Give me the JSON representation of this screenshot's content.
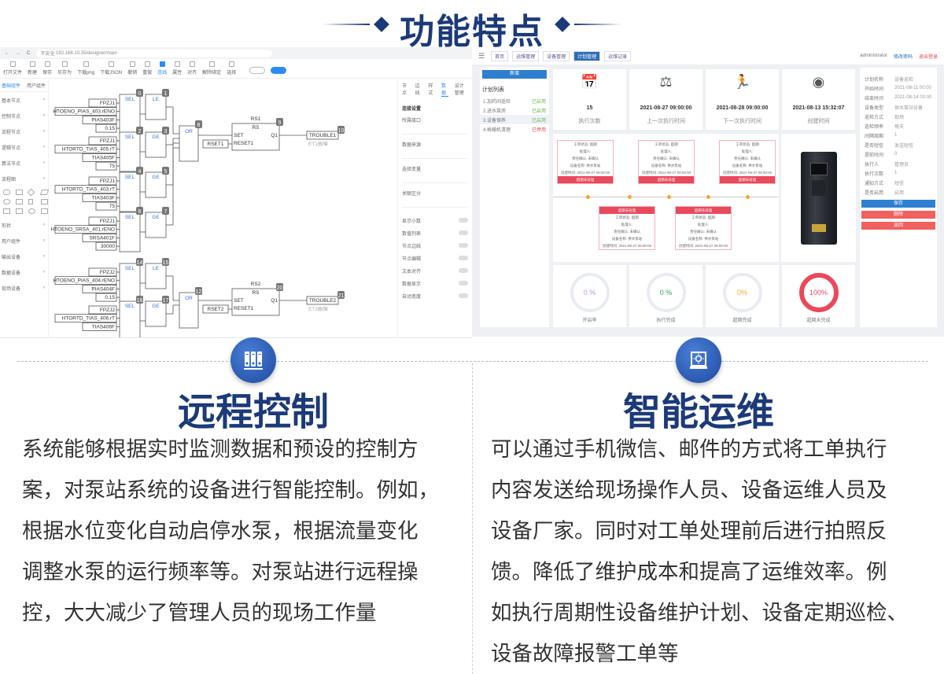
{
  "title": "功能特点",
  "left_screenshot": {
    "browser": {
      "url": "192.168.10.35/designer/main",
      "security": "不安全"
    },
    "toolbar": [
      "打开文件",
      "新建",
      "保存",
      "另存为",
      "下载png",
      "下载JSON",
      "撤销",
      "重做",
      "连线",
      "属性",
      "对齐",
      "解除绑定",
      "选择"
    ],
    "active_tool": "连线",
    "left_tabs": [
      "基础组件",
      "用户组件"
    ],
    "left_items": [
      "基本节点",
      "控制节点",
      "流程节点",
      "逻辑节点",
      "算法节点",
      "流程图"
    ],
    "left_items2": [
      "形状",
      "用户组件",
      "输出设备",
      "数据设备",
      "现场设备"
    ],
    "right_tabs": [
      "节点",
      "边线",
      "样式",
      "数据",
      "设计管理"
    ],
    "right_active": "数据",
    "right_panel": {
      "title": "连接设置",
      "fields": [
        "所属接口",
        "数据来源",
        "选择变量",
        "关联区分"
      ],
      "switches": [
        "显示小数",
        "数值列表",
        "节点边线",
        "节点编辑",
        "文本对齐",
        "数据显示",
        "自动宽度"
      ]
    },
    "diagram": {
      "section1": {
        "groups": [
          {
            "inputs": [
              "FPZJ1",
              "HTOENO_PIAS_403.rENO",
              "PIAS403F",
              "0.15"
            ],
            "sel": "0",
            "cmp": "LE",
            "cmp_no": "1"
          },
          {
            "inputs": [
              "FPZJ1",
              "HTORTD_TIAS_405.rT",
              "TIAS405F",
              "75"
            ],
            "sel": "2",
            "cmp": "GE",
            "cmp_no": "3"
          },
          {
            "inputs": [
              "FPZJ1",
              "HTORTD_TIAS_403.rT",
              "TIAS403F",
              "75"
            ],
            "sel": "4",
            "cmp": "GE",
            "cmp_no": "5"
          },
          {
            "inputs": [
              "FPZJ1",
              "HTOENO_SRSA_401.rENO",
              "SRSA401F",
              "30000"
            ],
            "sel": "6",
            "cmp": "GE",
            "cmp_no": "7"
          }
        ],
        "or_no": "8",
        "rs_name": "RS1",
        "rs_no": "9",
        "reset": "RSET1",
        "out": "TROUBLE1",
        "out_no": "10",
        "out_desc": "ET1故障"
      },
      "section2": {
        "groups": [
          {
            "inputs": [
              "FPZJ2",
              "HTOENO_PIAS_404.rENO",
              "PIAS404F",
              "0.15"
            ],
            "sel": "14",
            "cmp": "LE",
            "cmp_no": "15"
          },
          {
            "inputs": [
              "FPZJ2",
              "HTORTD_TIAS_406.rT",
              "TIAS406F",
              ""
            ],
            "sel": "16",
            "cmp": "GE",
            "cmp_no": "17"
          }
        ],
        "or_no": "12",
        "rs_name": "RS2",
        "rs_no": "20",
        "reset": "RSET2",
        "out": "TROUBLE2",
        "out_no": "21",
        "out_desc": "ET2故障"
      },
      "labels": {
        "sel": "SEL",
        "or": "OR",
        "rs": "RS",
        "set": "SET",
        "reset_pin": "RESET1",
        "q": "Q1"
      }
    }
  },
  "right_screenshot": {
    "nav": [
      "首页",
      "运维管理",
      "设备管理",
      "计划管理",
      "运维记录"
    ],
    "nav_active": "计划管理",
    "user": "administrator",
    "links": [
      "修改密码",
      "退出登录"
    ],
    "list": {
      "button": "新增",
      "title": "计划列表",
      "items": [
        {
          "name": "1.加药间巡检",
          "status": "已启用"
        },
        {
          "name": "2.进水泵房",
          "status": "已启用"
        },
        {
          "name": "3.设备保养",
          "status": "已启用"
        },
        {
          "name": "4.格栅机清理",
          "status": "已停用"
        }
      ]
    },
    "stats": [
      {
        "value": "15",
        "label": "执行次数",
        "icon": "calendar-icon"
      },
      {
        "value": "2021-08-27 09:00:00",
        "label": "上一次执行时间",
        "icon": "gavel-icon"
      },
      {
        "value": "2021-08-28 09:00:00",
        "label": "下一次执行时间",
        "icon": "runner-icon"
      },
      {
        "value": "2021-08-13 15:32:07",
        "label": "创建时间",
        "icon": "ring-icon"
      }
    ],
    "timeline": {
      "top": [
        {
          "lines": [
            "工单状态: 超期",
            "处理人:",
            "责任确认: 未确认",
            "设备名称: 供水泵站",
            "创建时间: 2021-08-27 09:00:00"
          ],
          "tag": "超期未处理"
        },
        {
          "lines": [
            "工单状态: 超期",
            "处理人:",
            "责任确认: 未确认",
            "设备名称: 供水泵站",
            "创建时间: 2021-08-27 09:00:00"
          ],
          "tag": "超期未处理"
        },
        {
          "lines": [
            "工单状态: 超期",
            "处理人:",
            "责任确认: 未确认",
            "设备名称: 供水泵站",
            "创建时间: 2021-08-27 09:00:00"
          ],
          "tag": "超期未处理"
        }
      ],
      "bottom": [
        {
          "tag": "超期未处理",
          "lines": [
            "工单状态: 超期",
            "处理人:",
            "责任确认: 未确认",
            "设备名称: 供水泵站",
            "创建时间: 2021-08-27 09:00:00"
          ]
        },
        {
          "tag": "超期未处理",
          "lines": [
            "工单状态: 超期",
            "处理人:",
            "责任确认: 未确认",
            "设备名称: 供水泵站",
            "创建时间: 2021-08-27 09:00:00"
          ]
        }
      ]
    },
    "gauges": [
      {
        "value": "0 %",
        "label": "开启率",
        "pct": 0,
        "color": "#b89ad8"
      },
      {
        "value": "0 %",
        "label": "执行完成",
        "pct": 0,
        "color": "#2ea85a"
      },
      {
        "value": "0%",
        "label": "超期完成",
        "pct": 0,
        "color": "#f0b030"
      },
      {
        "value": "100%",
        "label": "超期未完成",
        "pct": 100,
        "color": "#e9495c"
      }
    ],
    "form": {
      "rows": [
        [
          "计划名称",
          "设备巡检"
        ],
        [
          "开始时间",
          "2021-08-11 00:00"
        ],
        [
          "结束时间",
          "2021-08-14 00:00"
        ],
        [
          "设备类型",
          "供水泵站设备"
        ],
        [
          "巡检方式",
          "现场"
        ],
        [
          "巡检频率",
          "每天"
        ],
        [
          "间隔周期",
          "1"
        ],
        [
          "是否短信",
          "发送短信"
        ],
        [
          "提前时间",
          "0"
        ],
        [
          "执行人",
          "管理员"
        ],
        [
          "执行次数",
          "1"
        ],
        [
          "通知方式",
          "短信"
        ],
        [
          "是否启用",
          "启用"
        ]
      ],
      "buttons": [
        "保存",
        "删除",
        "返回"
      ]
    }
  },
  "sections": [
    {
      "heading": "远程控制",
      "icon": "binders-icon",
      "lines": [
        "系统能够根据实时监测数据和预设的控制方",
        "案，对泵站系统的设备进行智能控制。例如，",
        "根据水位变化自动启停水泵，根据流量变化",
        "调整水泵的运行频率等。对泵站进行远程操",
        "控，大大减少了管理人员的现场工作量"
      ]
    },
    {
      "heading": "智能运维",
      "icon": "alarm-light-icon",
      "lines": [
        "可以通过手机微信、邮件的方式将工单执行",
        "内容发送给现场操作人员、设备运维人员及",
        "设备厂家。同时对工单处理前后进行拍照反",
        "馈。降低了维护成本和提高了运维效率。例",
        "如执行周期性设备维护计划、设备定期巡检、",
        "设备故障报警工单等"
      ]
    }
  ]
}
